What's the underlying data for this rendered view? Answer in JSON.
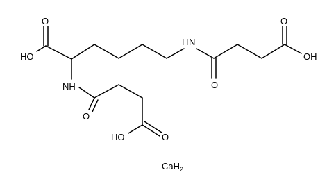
{
  "labels": {
    "oxygen": "O",
    "hydroxyl_left": "OH",
    "hydroxyl_right": "HO",
    "amine": "NH",
    "imine_n": "N",
    "imine_h": "H"
  },
  "counterion": {
    "element": "CaH",
    "subscript": "2"
  },
  "colors": {
    "ink": "#000000",
    "background": "#ffffff"
  }
}
